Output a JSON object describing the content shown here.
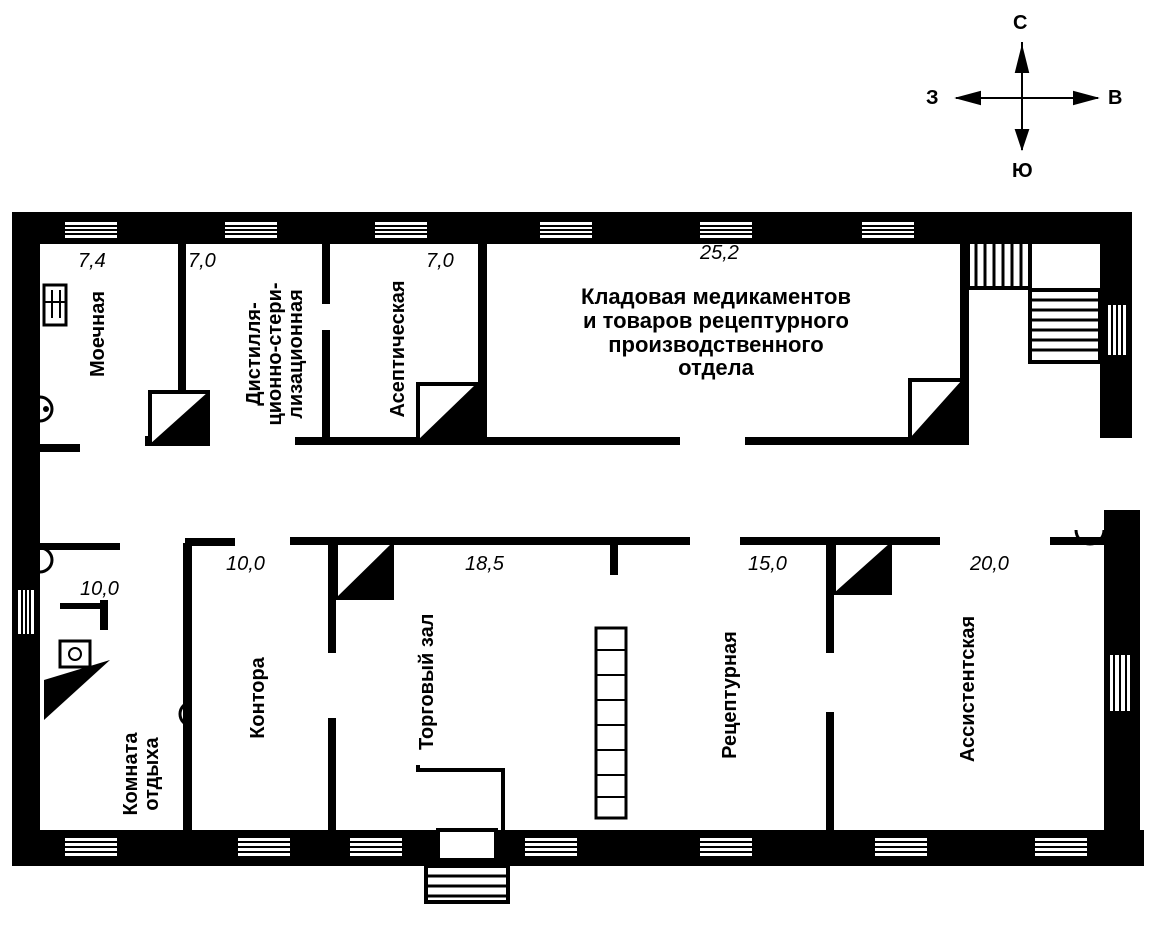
{
  "compass": {
    "north": "С",
    "south": "Ю",
    "west": "З",
    "east": "В"
  },
  "rooms": {
    "wash": {
      "name": "Моечная",
      "area": "7,4"
    },
    "distill": {
      "name_lines": [
        "Дистилля-",
        "ционно-стери-",
        "лизационная"
      ],
      "area": "7,0"
    },
    "aseptic": {
      "name": "Асептическая",
      "area": "7,0"
    },
    "storage": {
      "name_lines": [
        "Кладовая медикаментов",
        "и товаров рецептурного",
        "производственного",
        "отдела"
      ],
      "area": "25,2"
    },
    "rest": {
      "name_lines": [
        "Комната",
        "отдыха"
      ],
      "area": "10,0"
    },
    "office": {
      "name": "Контора",
      "area": "10,0"
    },
    "sales": {
      "name": "Торговый зал",
      "area": "18,5"
    },
    "prescription": {
      "name": "Рецептурная",
      "area": "15,0"
    },
    "assistant": {
      "name": "Ассистентская",
      "area": "20,0"
    }
  },
  "colors": {
    "wall": "#000000",
    "paper": "#ffffff"
  }
}
